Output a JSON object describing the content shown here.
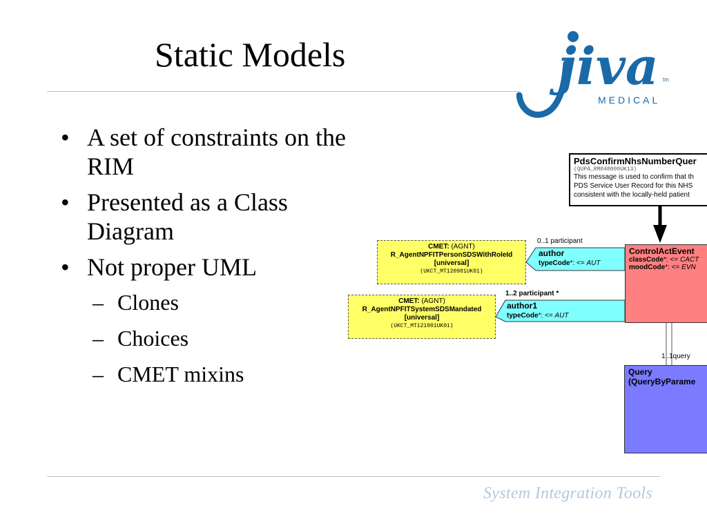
{
  "slide": {
    "title": "Static Models",
    "bullets": [
      {
        "text": "A set of constraints on the RIM"
      },
      {
        "text": "Presented as a Class Diagram"
      },
      {
        "text": "Not proper UML"
      }
    ],
    "sub_bullets": [
      {
        "text": "Clones"
      },
      {
        "text": "Choices"
      },
      {
        "text": "CMET mixins"
      }
    ],
    "footer_brand": "System Integration Tools"
  },
  "logo": {
    "word": "jiva",
    "tm": "tm",
    "subtitle": "MEDICAL",
    "color": "#1a6aa8"
  },
  "diagram": {
    "entry_point": {
      "name": "PdsConfirmNhsNumberQuer",
      "id": "(QUPA_RM040000UK13)",
      "description": [
        "This message is used to confirm that th",
        "PDS Service User Record for this NHS",
        "consistent with the locally-held patient"
      ]
    },
    "control_act": {
      "name": "ControlActEvent",
      "attr1_label": "classCode",
      "attr1_value": "CACT",
      "attr2_label": "moodCode",
      "attr2_value": "EVN",
      "color": "#ff8080"
    },
    "query": {
      "name": "Query",
      "subtitle": "(QueryByParame",
      "color": "#7b7bff"
    },
    "cmet1": {
      "label": "CMET:",
      "type": "(AGNT)",
      "name": "R_AgentNPFITPersonSDSWithRoleId",
      "scope": "[universal]",
      "id": "(UKCT_MT120901UK01)"
    },
    "cmet2": {
      "label": "CMET:",
      "type": "(AGNT)",
      "name": "R_AgentNPFITSystemSDSMandated",
      "scope": "[universal]",
      "id": "(UKCT_MT121001UK01)"
    },
    "assoc1": {
      "multiplicity": "0..1 participant",
      "role": "author",
      "attr_label": "typeCode",
      "attr_value": "AUT"
    },
    "assoc2": {
      "multiplicity": "1..2 participant  *",
      "role": "author1",
      "attr_label": "typeCode",
      "attr_value": "AUT"
    },
    "assoc3": {
      "multiplicity": "1..1query"
    },
    "operator": "<=",
    "asterisk": "*",
    "colon": ":",
    "colors": {
      "cmet": "#ffff66",
      "assoc": "#80ffff"
    }
  }
}
